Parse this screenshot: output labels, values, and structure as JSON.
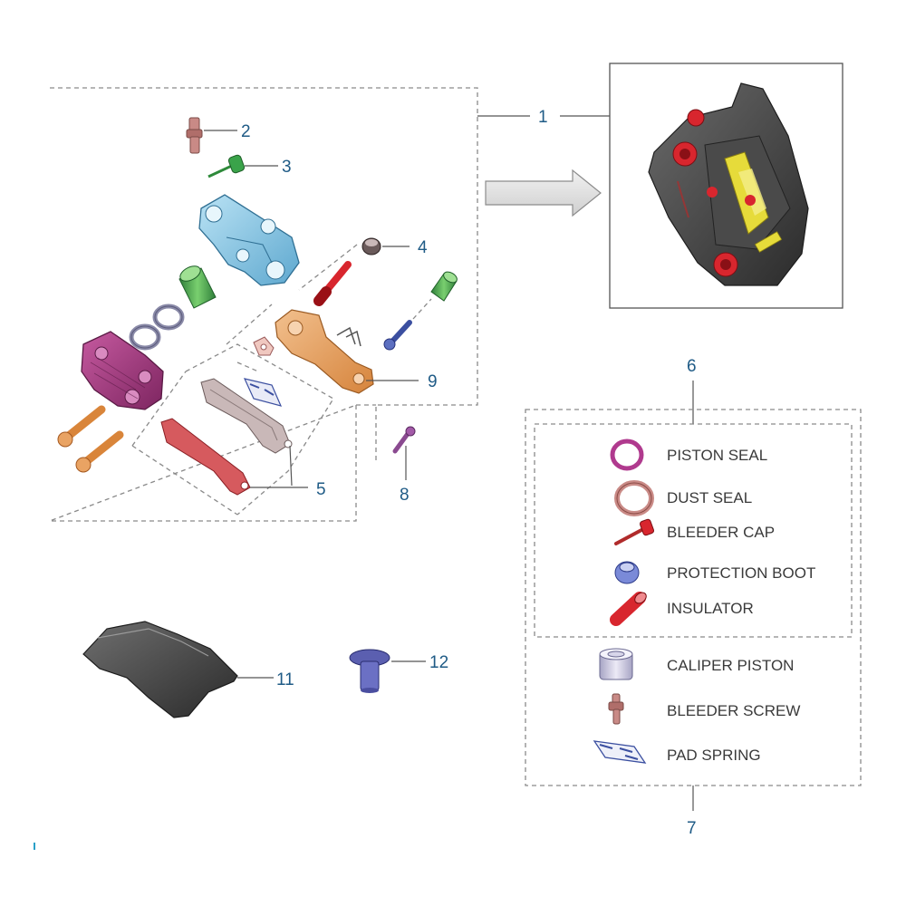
{
  "callouts": {
    "c1": "1",
    "c2": "2",
    "c3": "3",
    "c4": "4",
    "c5": "5",
    "c6": "6",
    "c7": "7",
    "c8": "8",
    "c9": "9",
    "c11": "11",
    "c12": "12"
  },
  "kit_6": {
    "items": [
      {
        "label": "PISTON SEAL",
        "icon": "piston-seal-icon",
        "color": "#b03a8e"
      },
      {
        "label": "DUST SEAL",
        "icon": "dust-seal-icon",
        "color": "#c98a86"
      },
      {
        "label": "BLEEDER CAP",
        "icon": "bleeder-cap-icon",
        "color": "#c0392b"
      },
      {
        "label": "PROTECTION BOOT",
        "icon": "protection-boot-icon",
        "color": "#4a5bb5"
      },
      {
        "label": "INSULATOR",
        "icon": "insulator-icon",
        "color": "#d8262e"
      }
    ]
  },
  "kit_7": {
    "items": [
      {
        "label": "CALIPER PISTON",
        "icon": "caliper-piston-icon",
        "color": "#c9c6dc"
      },
      {
        "label": "BLEEDER SCREW",
        "icon": "bleeder-screw-icon",
        "color": "#c98a86"
      },
      {
        "label": "PAD SPRING",
        "icon": "pad-spring-icon",
        "color": "#3b4fa0"
      }
    ]
  },
  "colors": {
    "callout": "#1f5b86",
    "caliper_half_top": "#8ec9e6",
    "caliper_half_bottom": "#a8367f",
    "bracket": "#e6a060",
    "piston": "#49a84a",
    "pad_front": "#c9333a",
    "pad_back": "#b9a9a9",
    "fender": "#3a3a3a",
    "rivet": "#5b5fb0"
  }
}
